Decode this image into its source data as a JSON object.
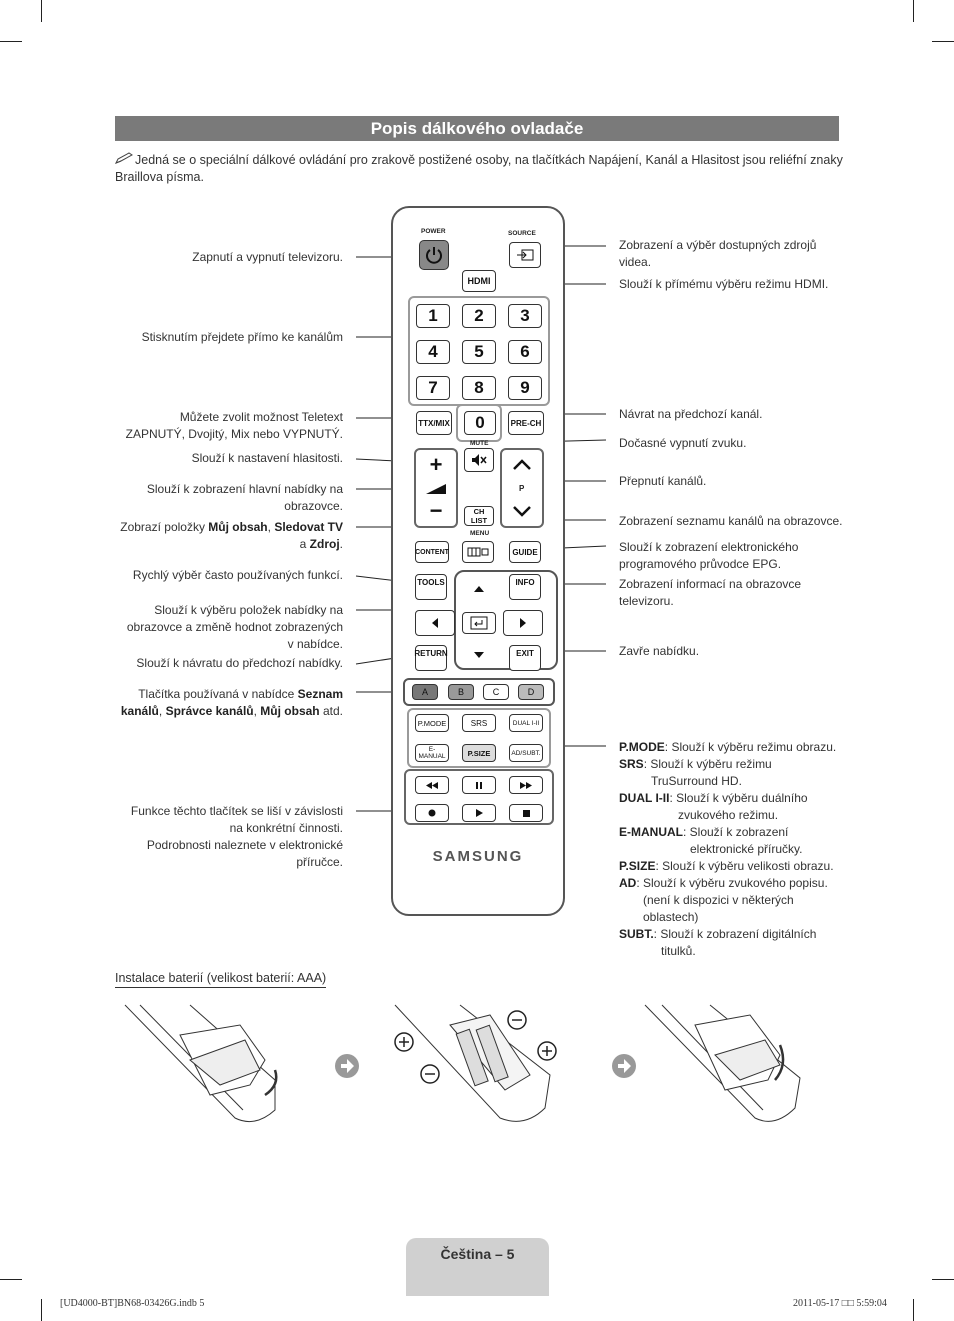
{
  "page": {
    "title": "Popis dálkového ovladače",
    "note": "Jedná se o speciální dálkové ovládání pro zrakově postižené osoby, na tlačítkách Napájení, Kanál a Hlasitost jsou reliéfní znaky Braillova písma.",
    "note_icon": "pencil-icon"
  },
  "left_labels": {
    "power": "Zapnutí a vypnutí televizoru.",
    "numbers": "Stisknutím přejdete přímo ke kanálům",
    "ttx_1": "Můžete zvolit možnost Teletext",
    "ttx_2": "ZAPNUTÝ, Dvojitý, Mix nebo VYPNUTÝ.",
    "volume": "Slouží k nastavení hlasitosti.",
    "menu_1": "Slouží k zobrazení hlavní nabídky na",
    "menu_2": "obrazovce.",
    "content_pre": "Zobrazí položky ",
    "content_b1": "Můj obsah",
    "content_sep": ", ",
    "content_b2": "Sledovat TV",
    "content_a": "a ",
    "content_b3": "Zdroj",
    "content_end": ".",
    "tools": "Rychlý výběr často používaných funkcí.",
    "nav_1": "Slouží k výběru položek nabídky na",
    "nav_2": "obrazovce a změně hodnot zobrazených",
    "nav_3": "v nabídce.",
    "return": "Slouží k návratu do předchozí nabídky.",
    "color_pre": "Tlačítka používaná v nabídce ",
    "color_b1": "Seznam",
    "color_b1b": "kanálů",
    "color_sep1": ", ",
    "color_b2": "Správce kanálů",
    "color_sep2": ", ",
    "color_b3": "Můj obsah",
    "color_end": " atd.",
    "media_1": "Funkce těchto tlačítek se liší v závislosti",
    "media_2": "na konkrétní činnosti.",
    "media_3": "Podrobnosti naleznete v elektronické",
    "media_4": "příručce."
  },
  "right_labels": {
    "source_1": "Zobrazení a výběr dostupných zdrojů",
    "source_2": "videa.",
    "hdmi": "Slouží k přímému výběru režimu HDMI.",
    "prech": "Návrat na předchozí kanál.",
    "mute": "Dočasné vypnutí zvuku.",
    "channel": "Přepnutí kanálů.",
    "chlist": "Zobrazení seznamu kanálů na obrazovce.",
    "guide_1": "Slouží k zobrazení elektronického",
    "guide_2": "programového průvodce EPG.",
    "info_1": "Zobrazení informací na obrazovce",
    "info_2": "televizoru.",
    "exit": "Zavře nabídku.",
    "pmode_b": "P.MODE",
    "pmode": ": Slouží k výběru režimu obrazu.",
    "srs_b": "SRS",
    "srs_1": ": Slouží k výběru režimu",
    "srs_2": "TruSurround HD.",
    "dual_b": "DUAL I-II",
    "dual_1": ": Slouží k výběru duálního",
    "dual_2": "zvukového režimu.",
    "emanual_b": "E-MANUAL",
    "emanual_1": ": Slouží k zobrazení",
    "emanual_2": "elektronické příručky.",
    "psize_b": "P.SIZE",
    "psize": ": Slouží k výběru velikosti obrazu.",
    "ad_b": "AD",
    "ad_1": ": Slouží k výběru zvukového popisu.",
    "ad_2": "(není k dispozici v některých",
    "ad_3": "oblastech)",
    "subt_b": "SUBT.",
    "subt_1": ": Slouží k zobrazení digitálních",
    "subt_2": "titulků."
  },
  "remote": {
    "power": "POWER",
    "source": "SOURCE",
    "hdmi": "HDMI",
    "digits": [
      "1",
      "2",
      "3",
      "4",
      "5",
      "6",
      "7",
      "8",
      "9"
    ],
    "zero": "0",
    "ttx": "TTX/MIX",
    "prech": "PRE-CH",
    "mute": "MUTE",
    "p": "P",
    "chlist": "CH LIST",
    "menu": "MENU",
    "content": "CONTENT",
    "guide": "GUIDE",
    "tools": "TOOLS",
    "info": "INFO",
    "return": "RETURN",
    "exit": "EXIT",
    "colors": [
      "A",
      "B",
      "C",
      "D"
    ],
    "pmode": "P.MODE",
    "srs": "SRS",
    "dual": "DUAL I-II",
    "emanual": "E-MANUAL",
    "psize": "P.SIZE",
    "adsubt": "AD/SUBT.",
    "brand": "SAMSUNG"
  },
  "battery": {
    "title": "Instalace baterií (velikost baterií: AAA)"
  },
  "footer": {
    "page": "Čeština – 5",
    "file": "[UD4000-BT]BN68-03426G.indb   5",
    "date": "2011-05-17   □□ 5:59:04"
  }
}
